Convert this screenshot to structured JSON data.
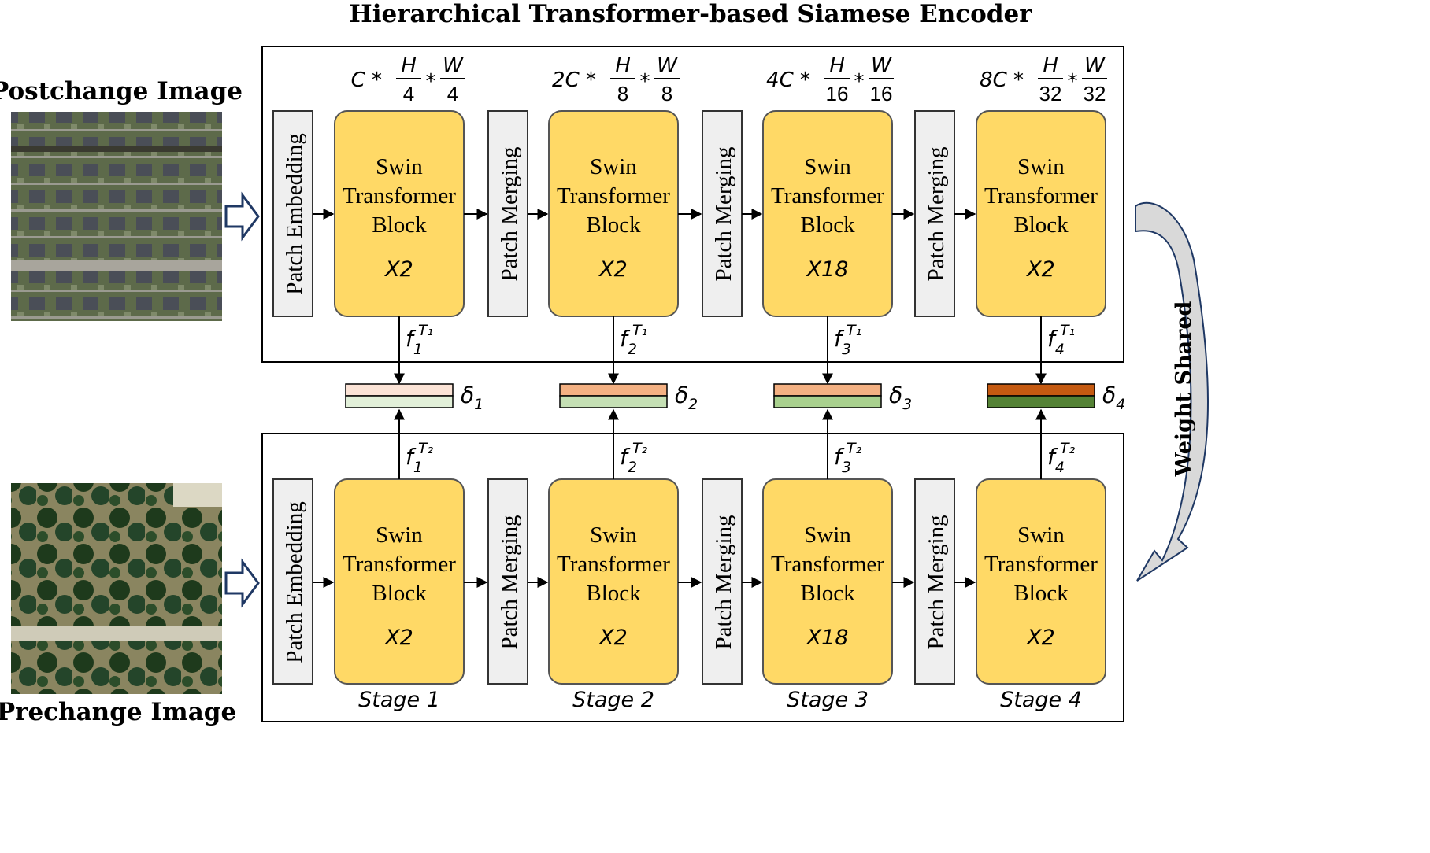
{
  "title": "Hierarchical Transformer-based Siamese Encoder",
  "images": {
    "post_label": "Postchange Image",
    "pre_label": "Prechange Image"
  },
  "patch_embedding": "Patch Embedding",
  "patch_merging": "Patch Merging",
  "block": {
    "line1": "Swin",
    "line2": "Transformer",
    "line3": "Block"
  },
  "weight_shared": "Weight Shared",
  "stages": [
    {
      "name": "Stage 1",
      "repeat": "X2",
      "dim_prefix": "C *",
      "h_den": "4",
      "w_den": "4",
      "f_top_base": "f",
      "f_top_sub": "1",
      "f_top_sup": "T₁",
      "f_bot_base": "f",
      "f_bot_sub": "1",
      "f_bot_sup": "T₂",
      "delta_base": "δ",
      "delta_sub": "1",
      "delta_top_color": "#fbe3d6",
      "delta_bottom_color": "#e2f0d9"
    },
    {
      "name": "Stage 2",
      "repeat": "X2",
      "dim_prefix": "2C *",
      "h_den": "8",
      "w_den": "8",
      "f_top_base": "f",
      "f_top_sub": "2",
      "f_top_sup": "T₁",
      "f_bot_base": "f",
      "f_bot_sub": "2",
      "f_bot_sup": "T₂",
      "delta_base": "δ",
      "delta_sub": "2",
      "delta_top_color": "#f4b183",
      "delta_bottom_color": "#c5e0b4"
    },
    {
      "name": "Stage 3",
      "repeat": "X18",
      "dim_prefix": "4C *",
      "h_den": "16",
      "w_den": "16",
      "f_top_base": "f",
      "f_top_sub": "3",
      "f_top_sup": "T₁",
      "f_bot_base": "f",
      "f_bot_sub": "3",
      "f_bot_sup": "T₂",
      "delta_base": "δ",
      "delta_sub": "3",
      "delta_top_color": "#f4b183",
      "delta_bottom_color": "#a9d18e"
    },
    {
      "name": "Stage 4",
      "repeat": "X2",
      "dim_prefix": "8C *",
      "h_den": "32",
      "w_den": "32",
      "f_top_base": "f",
      "f_top_sub": "4",
      "f_top_sup": "T₁",
      "f_bot_base": "f",
      "f_bot_sub": "4",
      "f_bot_sup": "T₂",
      "delta_base": "δ",
      "delta_sub": "4",
      "delta_top_color": "#c55a11",
      "delta_bottom_color": "#548235"
    }
  ],
  "dims": {
    "times": "*",
    "h": "H",
    "w": "W"
  },
  "colors": {
    "block_fill": "#ffd966",
    "block_stroke": "#555555",
    "side_box_fill": "#efefef",
    "arrow_color": "#1f3864"
  }
}
